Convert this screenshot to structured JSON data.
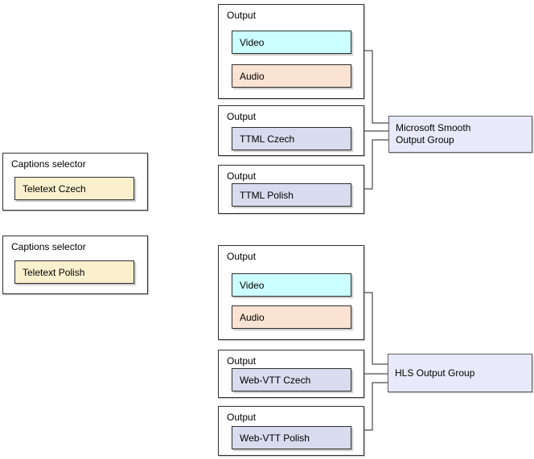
{
  "captions_selectors": [
    {
      "title": "Captions selector",
      "item": "Teletext Czech"
    },
    {
      "title": "Captions selector",
      "item": "Teletext Polish"
    }
  ],
  "smooth": {
    "output_av": {
      "title": "Output",
      "video": "Video",
      "audio": "Audio"
    },
    "output_czech": {
      "title": "Output",
      "caption": "TTML Czech"
    },
    "output_polish": {
      "title": "Output",
      "caption": "TTML Polish"
    },
    "group_label": "Microsoft Smooth\nOutput Group"
  },
  "hls": {
    "output_av": {
      "title": "Output",
      "video": "Video",
      "audio": "Audio"
    },
    "output_czech": {
      "title": "Output",
      "caption": "Web-VTT Czech"
    },
    "output_polish": {
      "title": "Output",
      "caption": "Web-VTT Polish"
    },
    "group_label": "HLS Output Group"
  },
  "colors": {
    "video_fill": "#ccffff",
    "audio_fill": "#fae3d2",
    "caption_fill": "#d9dcee",
    "selector_item_fill": "#fbf0ce",
    "group_fill": "#e8eafb",
    "box_border": "#2f2f2f",
    "connector": "#4a4a4a"
  }
}
